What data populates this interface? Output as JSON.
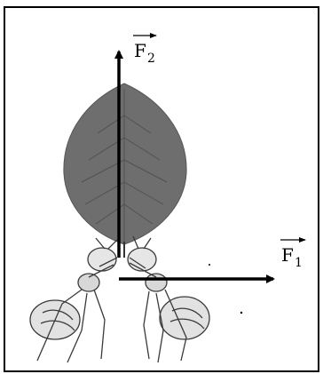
{
  "figure": {
    "force_vertical": {
      "symbol": "F",
      "subscript": "2"
    },
    "force_horizontal": {
      "symbol": "F",
      "subscript": "1"
    }
  },
  "colors": {
    "border": "#000000",
    "arrow": "#000000",
    "leaf": "#6e6e6e",
    "leaf_vein": "#4a4a4a",
    "ant": "#3a3a3a"
  },
  "icons": [
    "leaf-icon",
    "ant-left-icon",
    "ant-right-icon"
  ]
}
